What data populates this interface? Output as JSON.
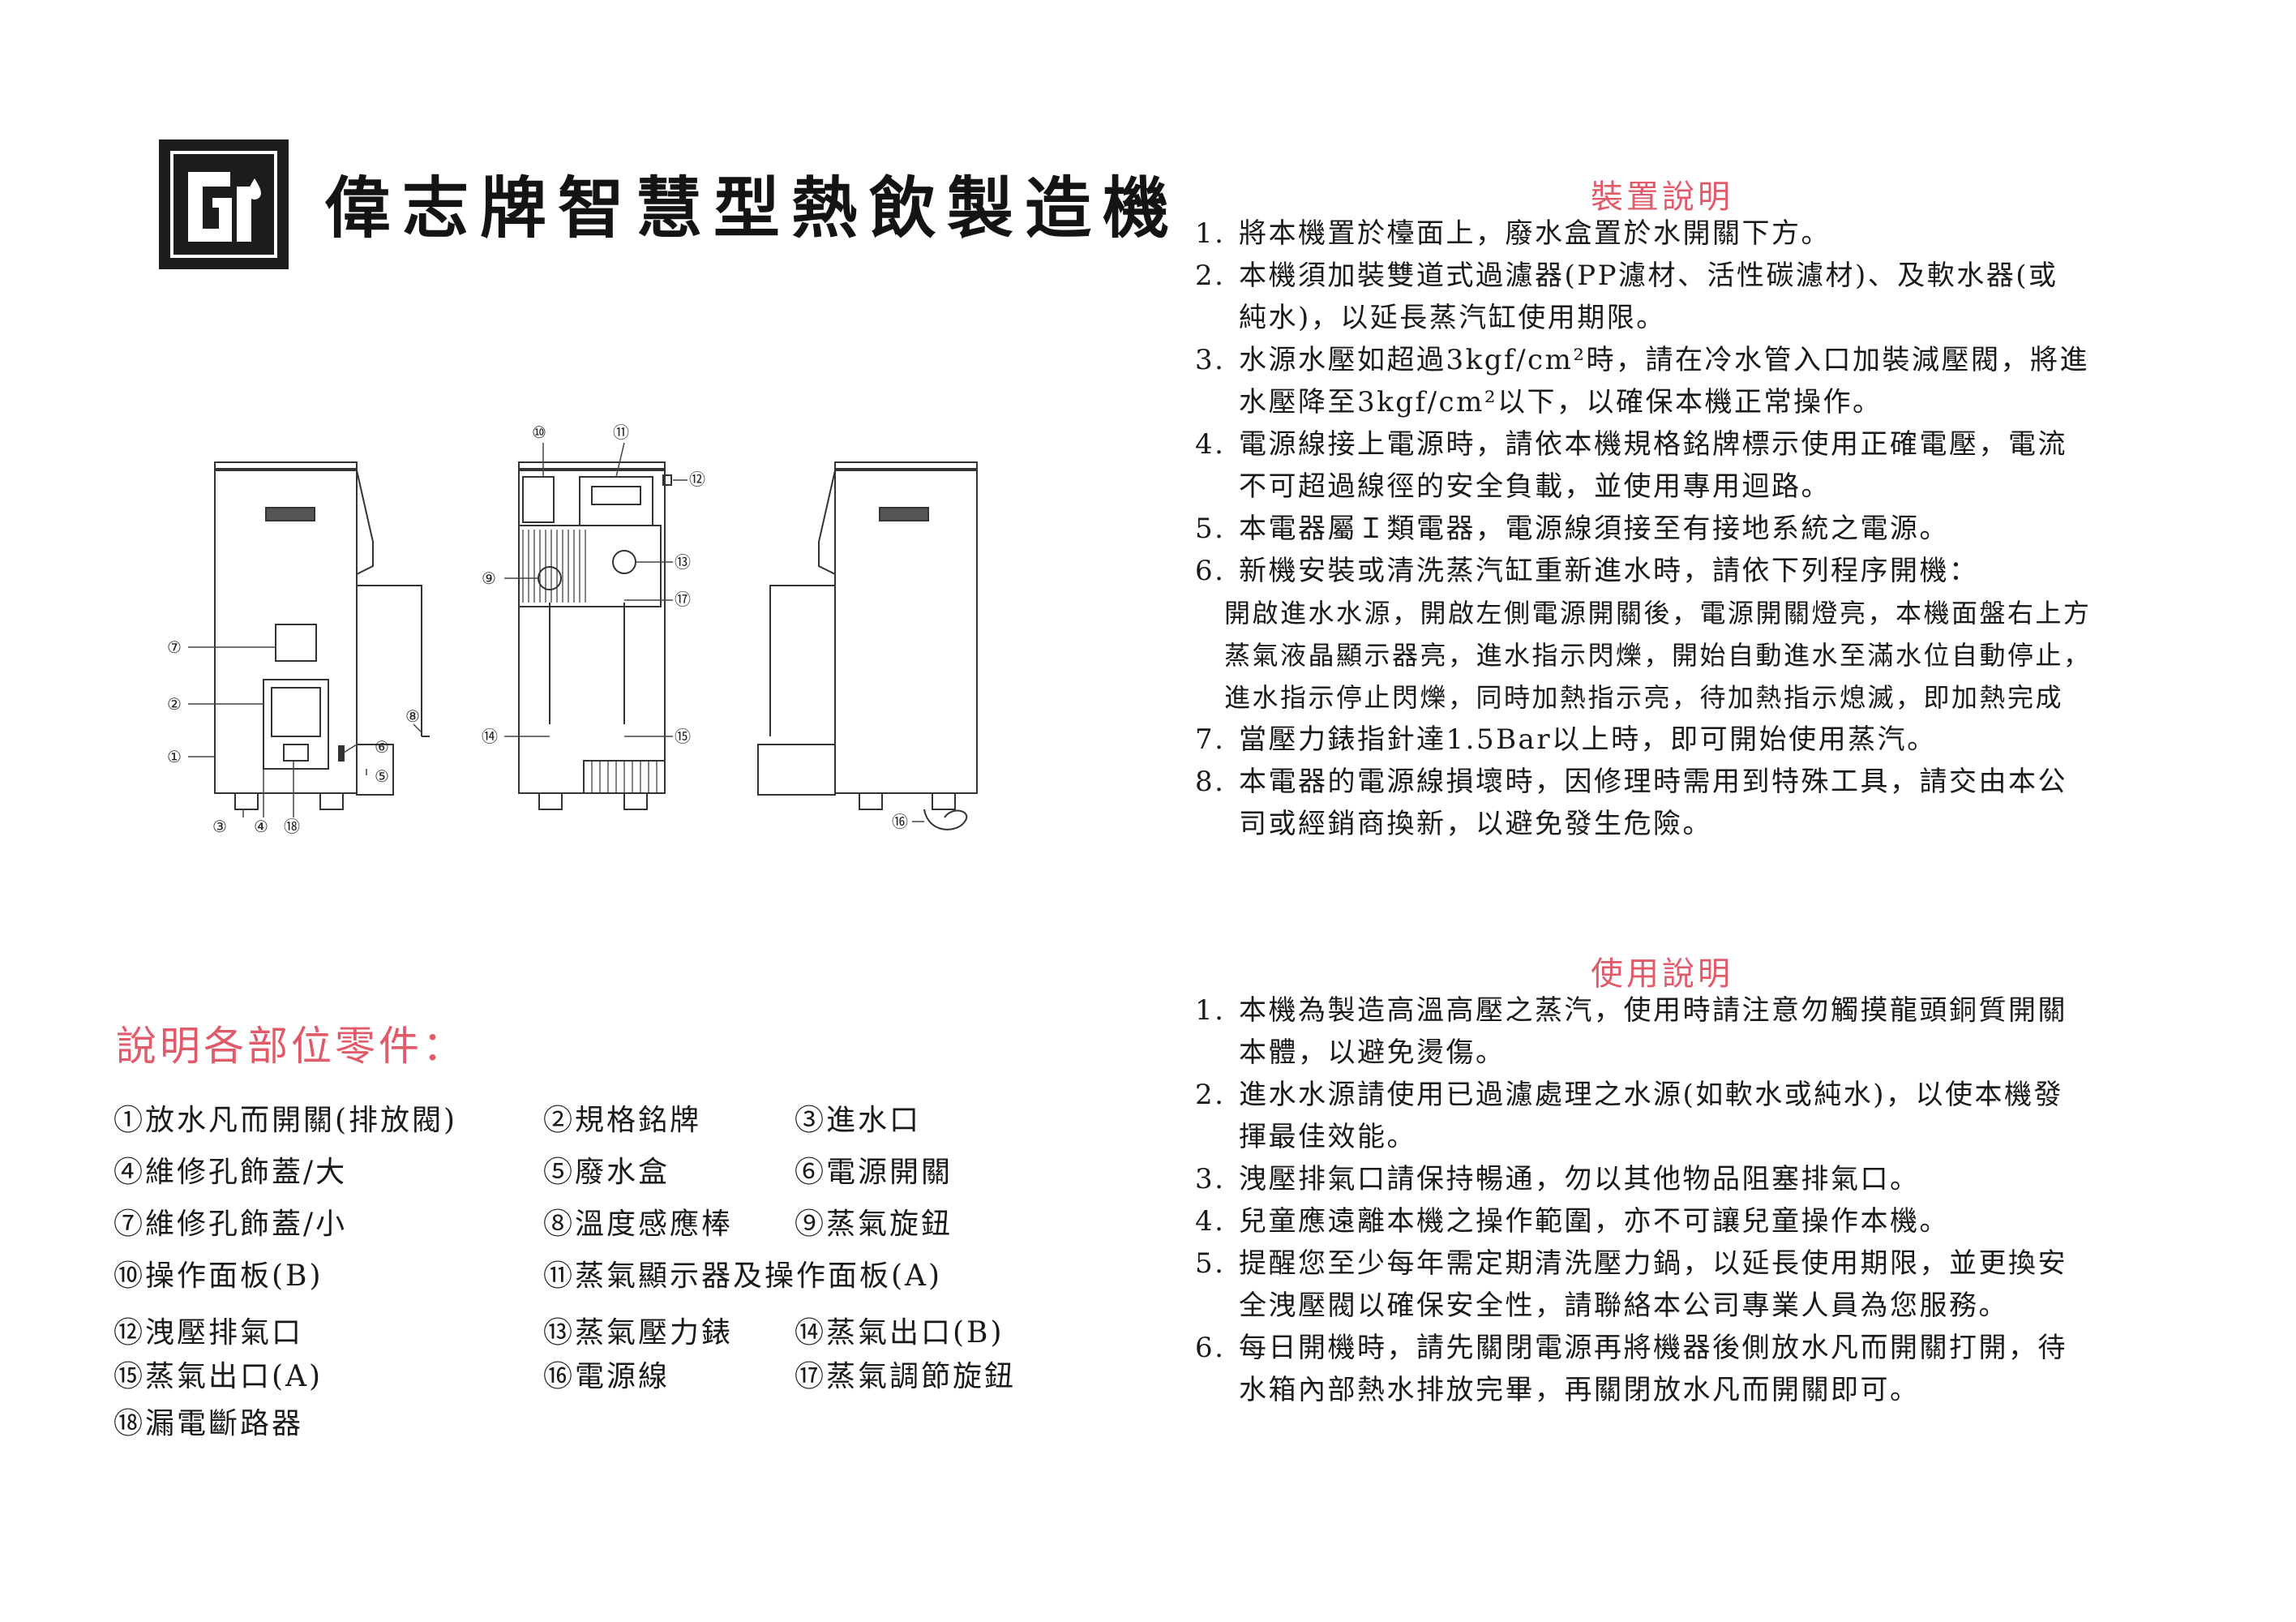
{
  "title": "偉志牌智慧型熱飲製造機",
  "parts_heading": "說明各部位零件：",
  "parts": [
    [
      "①放水凡而開關(排放閥)",
      "②規格銘牌",
      "③進水口"
    ],
    [
      "④維修孔飾蓋/大",
      "⑤廢水盒",
      "⑥電源開關"
    ],
    [
      "⑦維修孔飾蓋/小",
      "⑧溫度感應棒",
      "⑨蒸氣旋鈕"
    ],
    [
      "⑩操作面板(B)",
      "⑪蒸氣顯示器及操作面板(A)",
      ""
    ],
    [
      "⑫洩壓排氣口",
      "⑬蒸氣壓力錶",
      "⑭蒸氣出口(B)"
    ],
    [
      "⑮蒸氣出口(A)",
      "⑯電源線",
      "⑰蒸氣調節旋鈕"
    ],
    [
      "⑱漏電斷路器",
      "",
      ""
    ]
  ],
  "diagram_labels": [
    "⑩",
    "⑪",
    "⑫",
    "⑬",
    "⑨",
    "⑰",
    "⑦",
    "②",
    "⑧",
    "⑥",
    "①",
    "⑤",
    "⑭",
    "⑮",
    "③",
    "④",
    "⑱",
    "⑯"
  ],
  "install": {
    "title": "裝置說明",
    "items": [
      {
        "num": "1.",
        "lines": [
          "將本機置於檯面上，廢水盒置於水開關下方。"
        ]
      },
      {
        "num": "2.",
        "lines": [
          "本機須加裝雙道式過濾器(PP濾材、活性碳濾材)、及軟水器(或",
          "純水)，以延長蒸汽缸使用期限。"
        ]
      },
      {
        "num": "3.",
        "lines": [
          "水源水壓如超過3kgf/cm²時，請在冷水管入口加裝減壓閥，將進",
          "水壓降至3kgf/cm²以下，以確保本機正常操作。"
        ]
      },
      {
        "num": "4.",
        "lines": [
          "電源線接上電源時，請依本機規格銘牌標示使用正確電壓，電流",
          "不可超過線徑的安全負載，並使用專用迴路。"
        ]
      },
      {
        "num": "5.",
        "lines": [
          "本電器屬Ｉ類電器，電源線須接至有接地系統之電源。"
        ]
      },
      {
        "num": "6.",
        "lines": [
          "新機安裝或清洗蒸汽缸重新進水時，請依下列程序開機："
        ]
      },
      {
        "num": "",
        "sub": true,
        "lines": [
          "開啟進水水源，開啟左側電源開關後，電源開關燈亮，本機面盤右上方",
          "蒸氣液晶顯示器亮，進水指示閃爍，開始自動進水至滿水位自動停止，",
          "進水指示停止閃爍，同時加熱指示亮，待加熱指示熄滅，即加熱完成"
        ]
      },
      {
        "num": "7.",
        "lines": [
          "當壓力錶指針達1.5Bar以上時，即可開始使用蒸汽。"
        ]
      },
      {
        "num": "8.",
        "lines": [
          "本電器的電源線損壞時，因修理時需用到特殊工具，請交由本公",
          "司或經銷商換新，以避免發生危險。"
        ]
      }
    ]
  },
  "usage": {
    "title": "使用說明",
    "items": [
      {
        "num": "1.",
        "lines": [
          "本機為製造高溫高壓之蒸汽，使用時請注意勿觸摸龍頭銅質開關",
          "本體，以避免燙傷。"
        ]
      },
      {
        "num": "2.",
        "lines": [
          "進水水源請使用已過濾處理之水源(如軟水或純水)，以使本機發",
          "揮最佳效能。"
        ]
      },
      {
        "num": "3.",
        "lines": [
          "洩壓排氣口請保持暢通，勿以其他物品阻塞排氣口。"
        ]
      },
      {
        "num": "4.",
        "lines": [
          "兒童應遠離本機之操作範圍，亦不可讓兒童操作本機。"
        ]
      },
      {
        "num": "5.",
        "lines": [
          "提醒您至少每年需定期清洗壓力鍋，以延長使用期限，並更換安",
          "全洩壓閥以確保安全性，請聯絡本公司專業人員為您服務。"
        ]
      },
      {
        "num": "6.",
        "lines": [
          "每日開機時，請先關閉電源再將機器後側放水凡而開關打開，待",
          "水箱內部熱水排放完畢，再關閉放水凡而開關即可。"
        ]
      }
    ]
  }
}
